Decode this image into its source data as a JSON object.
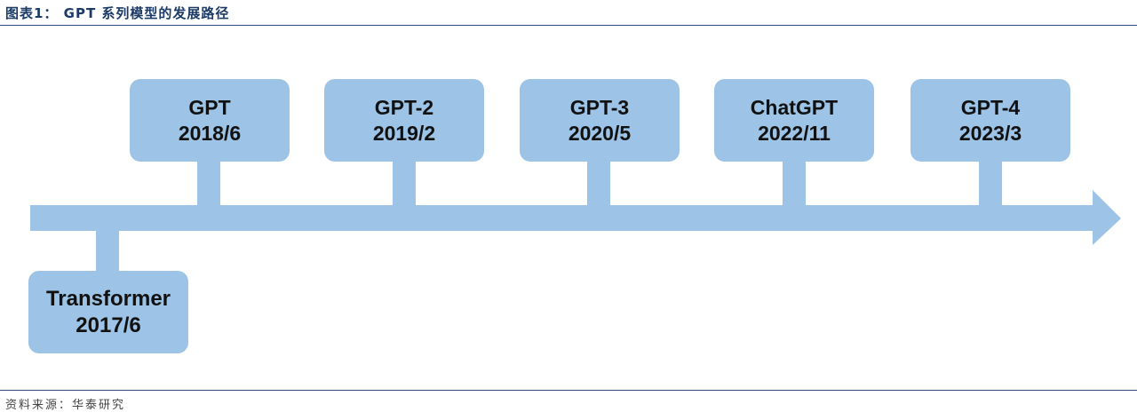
{
  "figure": {
    "title": "图表1： GPT 系列模型的发展路径",
    "source": "资料来源：华泰研究"
  },
  "colors": {
    "box_fill": "#9dc3e6",
    "arrow_fill": "#9dc3e6",
    "title_color": "#1b3a66",
    "rule_color": "#2f4f7a"
  },
  "timeline": [
    {
      "name": "Transformer",
      "date": "2017/6",
      "position": "below"
    },
    {
      "name": "GPT",
      "date": "2018/6",
      "position": "above"
    },
    {
      "name": "GPT-2",
      "date": "2019/2",
      "position": "above"
    },
    {
      "name": "GPT-3",
      "date": "2020/5",
      "position": "above"
    },
    {
      "name": "ChatGPT",
      "date": "2022/11",
      "position": "above"
    },
    {
      "name": "GPT-4",
      "date": "2023/3",
      "position": "above"
    }
  ]
}
